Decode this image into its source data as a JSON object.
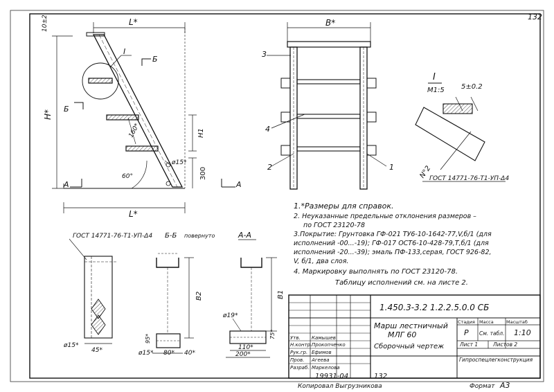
{
  "sheet": {
    "corner_number": "132",
    "copied_by": "Копировал Выгрузникова",
    "format_label": "Формат",
    "format_value": "А3",
    "archive_number": "19931-04",
    "archive_page": "132"
  },
  "dimensions": {
    "L_top": "L*",
    "L_bottom": "L*",
    "H_side": "H*",
    "H1": "H1",
    "B_front": "B*",
    "top_gap": "10±2",
    "step_pitch": "160*",
    "angle": "60°",
    "hole": "ø15*",
    "base_height": "300"
  },
  "section_marks": {
    "I": "I",
    "B_left": "Б",
    "B_right": "Б",
    "A_left": "А",
    "A_right": "А"
  },
  "callouts": {
    "c1": "1",
    "c2": "2",
    "c3": "3",
    "c4": "4",
    "weld_detail": "ГОСТ 14771-76-Т1-УП-Δ4"
  },
  "detail_I": {
    "title": "I",
    "scale": "М1:5",
    "gap": "5±0.2",
    "part_no": "N°2",
    "weld": "ГОСТ 14771-76-Т1-УП-Δ4"
  },
  "notes": [
    "1.*Размеры для справок.",
    "2. Неуказанные предельные отклонения размеров –",
    "по ГОСТ 23120-78",
    "3.Покрытие: Грунтовка ГФ-021 ТУ6-10-1642-77,V,б/1 (для",
    "исполнений -00...-19); ГФ-017 ОСТ6-10-428-79,Т,б/1 (для",
    "исполнений -20...-39); эмаль ПФ-133,серая, ГОСТ 926-82,",
    "V, б/1, два слоя.",
    "4. Маркировку выполнять по ГОСТ 23120-78.",
    "Таблицу исполнений см. на листе 2."
  ],
  "sections": {
    "weld_label": "ГОСТ 14771-76-Т1-УП-Δ4",
    "BB_title": "Б-Б",
    "BB_sub": "повернуто",
    "AA_title": "А-А",
    "B2": "B2",
    "B1": "B1",
    "d15_left": "ø15*",
    "w45": "45*",
    "h95": "95*",
    "d15_mid": "ø15*",
    "w80": "80*",
    "w40": "40*",
    "d19": "ø19*",
    "h75": "75*",
    "w110": "110*",
    "w200": "200*"
  },
  "title_block": {
    "designation": "1.450.3-3.2 1.2.2.5.0.0 СБ",
    "name_line1": "Марш лестничный",
    "name_line2": "МЛГ 60",
    "doc_type": "Сборочный чертеж",
    "stage_h": "Стадия",
    "mass_h": "Масса",
    "scale_h": "Масштаб",
    "stage": "Р",
    "mass": "См. табл.",
    "scale": "1:10",
    "sheet": "Лист 1",
    "sheets": "Листов 2",
    "org": "Гипроспецлегконструкция",
    "roles": [
      {
        "role": "Утв.",
        "name": "Камышев"
      },
      {
        "role": "Н.контр.",
        "name": "Прокопченко"
      },
      {
        "role": "Рук.гр.",
        "name": "Ефимов"
      },
      {
        "role": "Пров.",
        "name": "Агеева"
      },
      {
        "role": "Разраб.",
        "name": "Маркелова"
      }
    ]
  }
}
